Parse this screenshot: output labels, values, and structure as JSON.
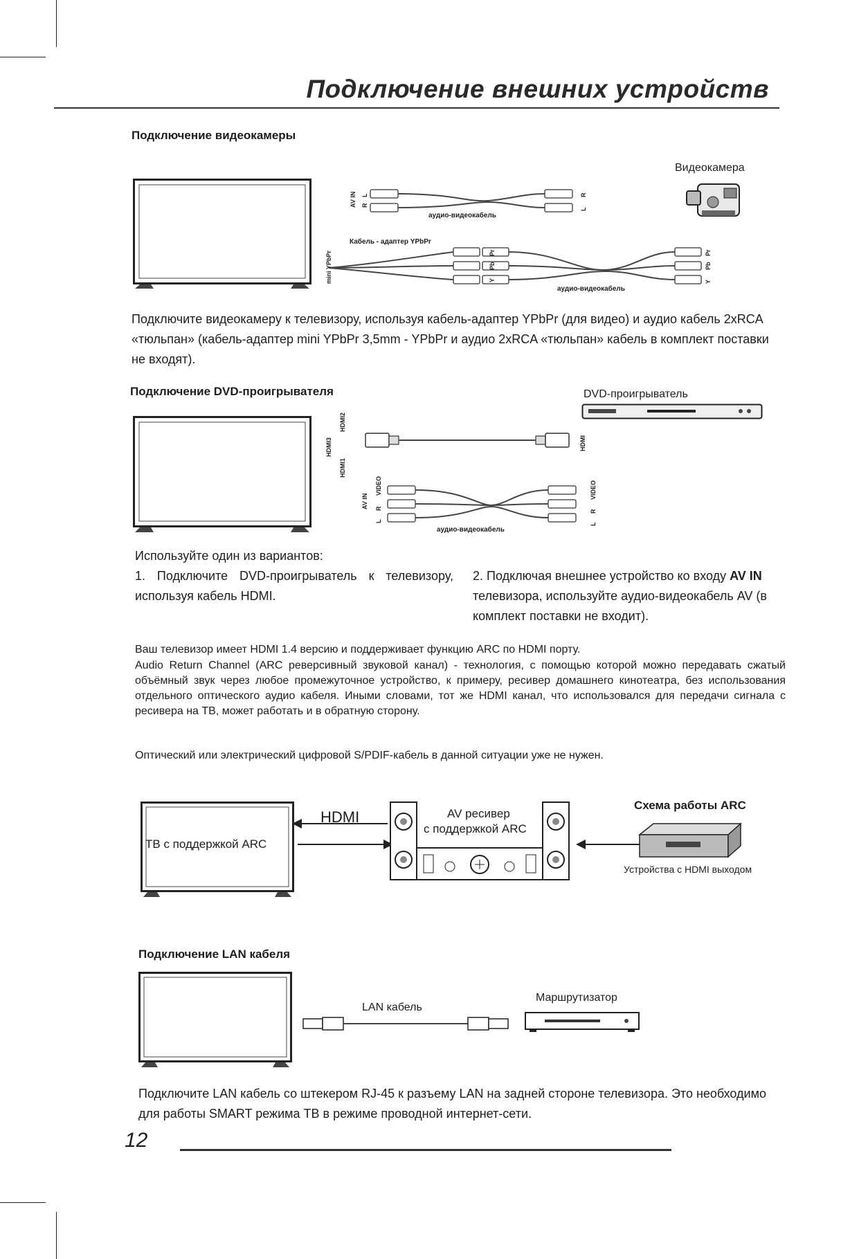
{
  "header": {
    "title": "Подключение внешних устройств"
  },
  "camcorder_section": {
    "heading": "Подключение видеокамеры",
    "device_label": "Видеокамера",
    "diagram": {
      "av_in": "AV IN",
      "l": "L",
      "r": "R",
      "av_cable": "аудио-видеокабель",
      "adapter": "Кабель - адаптер YPbPr",
      "mini_ypbpr": "mini YPbPr",
      "pr": "Pr",
      "pb": "Pb",
      "y": "Y"
    },
    "text": "Подключите видеокамеру к телевизору, используя кабель-адаптер YPbPr (для видео) и аудио кабель 2xRCA «тюльпан» (кабель-адаптер mini YPbPr 3,5mm - YPbPr и аудио 2xRCA «тюльпан» кабель в комплект поставки не входят)."
  },
  "dvd_section": {
    "heading": "Подключение DVD-проигрывателя",
    "device_label": "DVD-проигрыватель",
    "diagram": {
      "hdmi1": "HDMI1",
      "hdmi2": "HDMI2",
      "hdmi3": "HDMI3",
      "hdmi": "HDMI",
      "av_in": "AV IN",
      "video": "VIDEO",
      "l": "L",
      "r": "R",
      "av_cable": "аудио-видеокабель"
    },
    "options_intro": "Используйте один из вариантов:",
    "option1": "1. Подключите DVD-проигрыватель к телевизору, используя кабель HDMI.",
    "option2_prefix": "2. Подключая внешнее устройство ко входу",
    "option2_bold": "AV IN",
    "option2_suffix": "телевизора, используйте аудио-видеокабель AV (в комплект поставки не входит)."
  },
  "arc_section": {
    "para1": "Ваш телевизор имеет HDMI 1.4 версию  и поддерживает функцию ARC по HDMI порту.",
    "para2": "Audio Return Channel (ARC реверсивный звуковой канал) - технология, с помощью которой можно передавать сжатый объёмный звук через любое промежуточное устройство, к примеру, ресивер домашнего кинотеатра, без использования отдельного оптического аудио кабеля. Иными словами, тот же HDMI канал, что использовался для передачи сигнала с ресивера на ТВ, может работать и в обратную сторону.",
    "para3": "Оптический или электрический цифровой S/PDIF-кабель в данной ситуации уже не нужен.",
    "tv_label": "ТВ с поддержкой ARC",
    "hdmi_label": "HDMI",
    "receiver_line1": "AV ресивер",
    "receiver_line2": "с поддержкой ARC",
    "scheme_title": "Схема работы ARC",
    "source_label": "Устройства с HDMI выходом"
  },
  "lan_section": {
    "heading": "Подключение LAN кабеля",
    "cable_label": "LAN кабель",
    "router_label": "Маршрутизатор",
    "text": "Подключите LAN кабель со штекером RJ-45 к разъему LAN на задней стороне телевизора. Это необходимо для работы SMART режима ТВ в режиме проводной интернет-сети."
  },
  "footer": {
    "page_number": "12"
  }
}
